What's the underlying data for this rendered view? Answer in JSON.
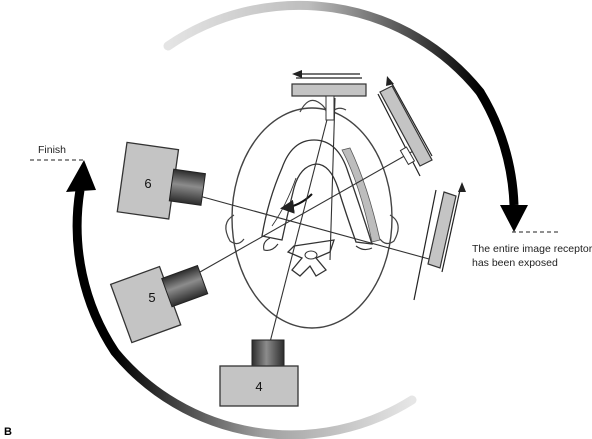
{
  "panel_label": "B",
  "labels": {
    "finish": "Finish",
    "exposed_line1": "The entire image receptor",
    "exposed_line2": "has been exposed"
  },
  "tube_positions": [
    "4",
    "5",
    "6"
  ],
  "colors": {
    "line": "#333333",
    "gray_fill": "#c4c4c4",
    "cylinder_dark": "#3a3a3a",
    "cylinder_light": "#a8a8a8",
    "arrow": "#111111",
    "arc_light": "#dcdcdc"
  }
}
